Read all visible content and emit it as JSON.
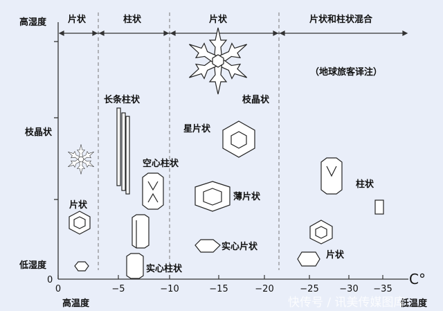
{
  "y_axis": {
    "top_label": "高湿度",
    "bottom_label": "低湿度",
    "dendrite_label": "枝晶状",
    "plate_label": "片状",
    "zero": "0"
  },
  "x_axis": {
    "unit": "C°",
    "left_label": "高温度",
    "right_label": "低温度",
    "ticks": [
      "0",
      "−5",
      "−10",
      "−15",
      "−20",
      "−25",
      "−30",
      "−35"
    ]
  },
  "regions": [
    "片状",
    "柱状",
    "片状",
    "片状和柱状混合"
  ],
  "crystals": {
    "needles": "长条柱状",
    "hollow_column": "空心柱状",
    "solid_column": "实心柱状",
    "dendrite": "枝晶状",
    "sectored_plate": "星片状",
    "thin_plate": "薄片状",
    "solid_plate": "实心片状",
    "cold_column": "柱状",
    "cold_plate": "片状"
  },
  "note": "（地球旅客译注）",
  "watermark": "快传号 / 讯美传媒图库"
}
